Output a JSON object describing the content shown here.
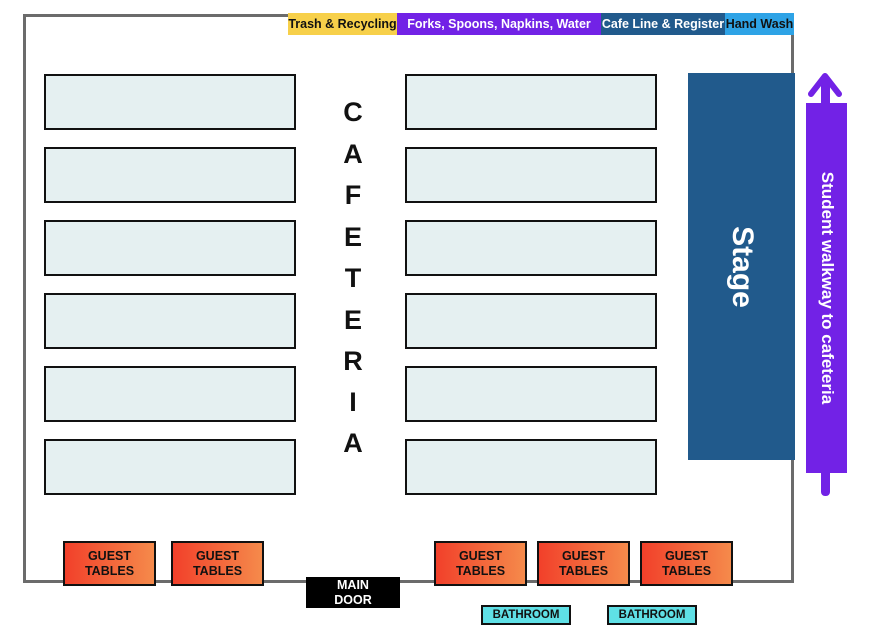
{
  "top_labels": {
    "trash": "Trash & Recycling",
    "forks": "Forks, Spoons, Napkins, Water",
    "cafe_line": "Cafe Line & Register",
    "hand_wash": "Hand Wash"
  },
  "cafeteria_letters": [
    "C",
    "A",
    "F",
    "E",
    "T",
    "E",
    "R",
    "I",
    "A"
  ],
  "stage": "Stage",
  "walkway": "Student walkway to cafeteria",
  "guest_tables": [
    {
      "line1": "GUEST",
      "line2": "TABLES"
    },
    {
      "line1": "GUEST",
      "line2": "TABLES"
    },
    {
      "line1": "GUEST",
      "line2": "TABLES"
    },
    {
      "line1": "GUEST",
      "line2": "TABLES"
    },
    {
      "line1": "GUEST",
      "line2": "TABLES"
    }
  ],
  "main_door": {
    "line1": "MAIN",
    "line2": "DOOR"
  },
  "bathrooms": [
    "BATHROOM",
    "BATHROOM"
  ],
  "colors": {
    "trash": "#f7d04a",
    "forks": "#7222e6",
    "cafe_line": "#215a8c",
    "hand_wash": "#2ea3e6",
    "stage": "#215a8c",
    "walkway": "#7222e6",
    "table_fill": "#e5f0f1",
    "guest_gradient_start": "#f2402a",
    "guest_gradient_end": "#f58a4b",
    "bathroom": "#5fe0e6"
  }
}
